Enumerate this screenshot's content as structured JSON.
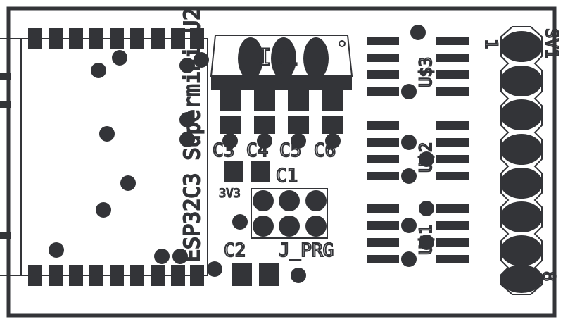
{
  "board": {
    "colors": {
      "ink": "#333438",
      "background": "#ffffff"
    }
  },
  "labels": {
    "module": "ESP32C3 Supermini",
    "module_suffix": "U2",
    "regulator": "IC1",
    "cap_c3": "C3",
    "cap_c4": "C4",
    "cap_c5": "C5",
    "cap_c6": "C6",
    "cap_c1": "C1",
    "cap_c2": "C2",
    "net_3v3": "3V3",
    "jumper": "J_PRG",
    "sensor_1": "U$1",
    "sensor_2": "U$2",
    "sensor_3": "U$3",
    "connector": "SV1",
    "pin_first": "1",
    "pin_last": "8"
  }
}
